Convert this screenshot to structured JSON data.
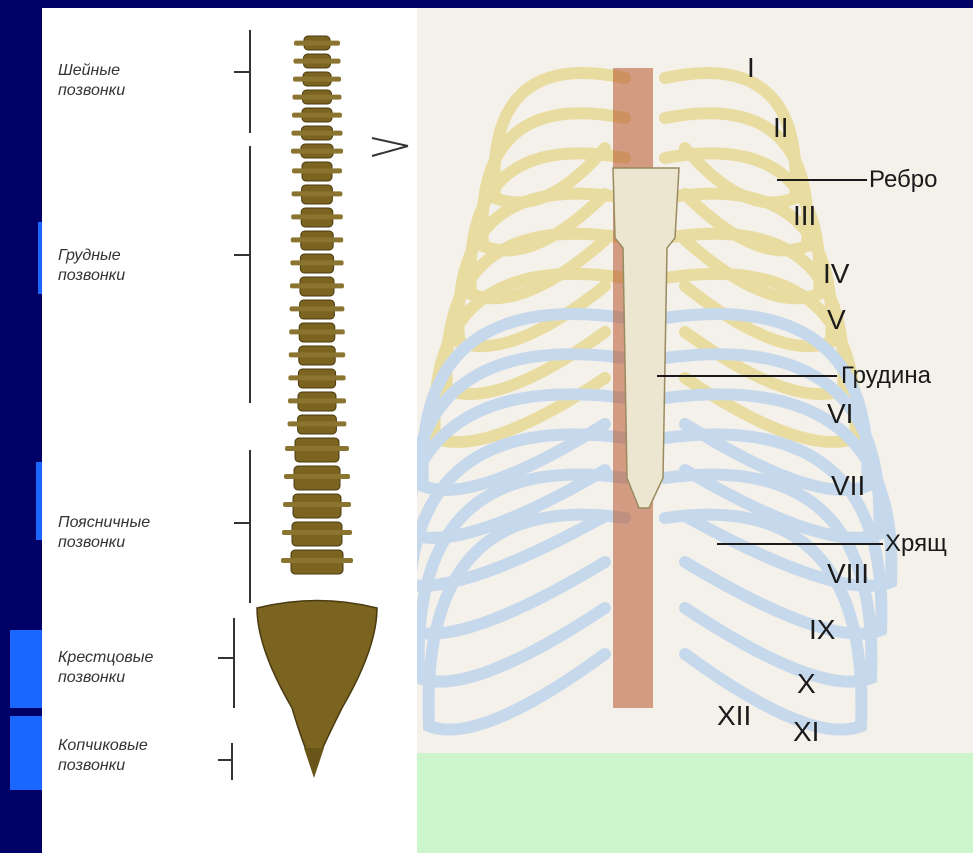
{
  "spine_labels": {
    "cervical": [
      "Шейные",
      "позвонки"
    ],
    "thoracic": [
      "Грудные",
      "позвонки"
    ],
    "lumbar": [
      "Поясничные",
      "позвонки"
    ],
    "sacral": [
      "Крестцовые",
      "позвонки"
    ],
    "coccygeal": [
      "Копчиковые",
      "позвонки"
    ]
  },
  "rib_labels": {
    "rib": "Ребро",
    "sternum": "Грудина",
    "cartilage": "Хрящ"
  },
  "roman_numerals": [
    "I",
    "II",
    "III",
    "IV",
    "V",
    "VI",
    "VII",
    "VIII",
    "IX",
    "X",
    "XI",
    "XII"
  ],
  "colors": {
    "background": "#000066",
    "tab": "#1a66ff",
    "bone": "#7a6420",
    "rib": "#e9dca0",
    "cartilage": "#c6d8ec"
  }
}
